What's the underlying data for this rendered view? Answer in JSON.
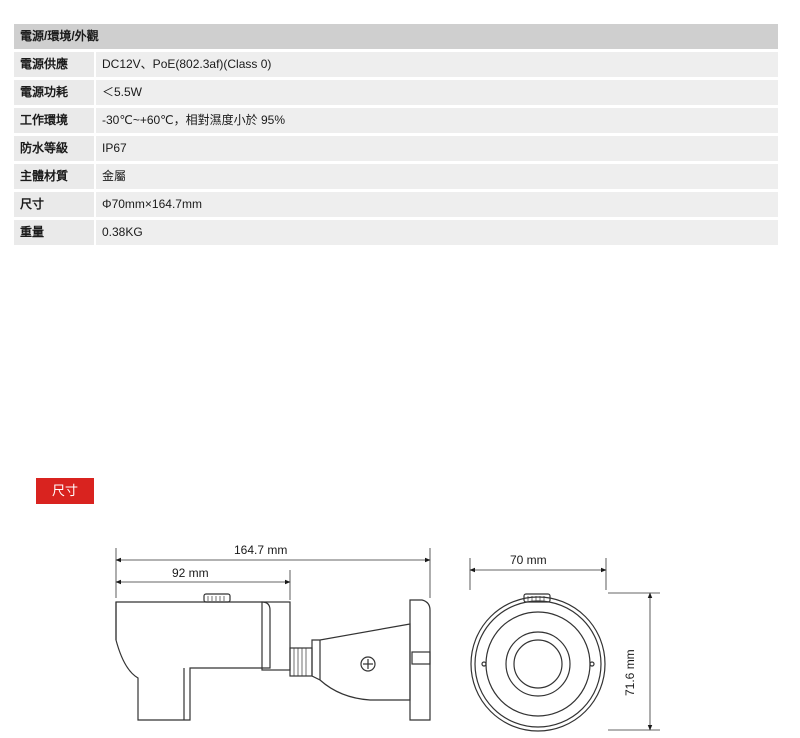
{
  "spec": {
    "header": "電源/環境/外觀",
    "rows": [
      {
        "key": "電源供應",
        "value": "DC12V、PoE(802.3af)(Class 0)"
      },
      {
        "key": "電源功耗",
        "value": "＜5.5W"
      },
      {
        "key": "工作環境",
        "value": "-30℃~+60℃，相對濕度小於 95%"
      },
      {
        "key": "防水等級",
        "value": "IP67"
      },
      {
        "key": "主體材質",
        "value": "金屬"
      },
      {
        "key": "尺寸",
        "value": "Φ70mm×164.7mm"
      },
      {
        "key": "重量",
        "value": "0.38KG"
      }
    ]
  },
  "dimensions_section": {
    "badge": "尺寸",
    "side_total_length": "164.7 mm",
    "side_body_length": "92 mm",
    "front_width": "70 mm",
    "front_height": "71.6 mm"
  },
  "colors": {
    "header_bg": "#cfcfcf",
    "row_bg": "#eeeeee",
    "badge_bg": "#d9231f"
  }
}
